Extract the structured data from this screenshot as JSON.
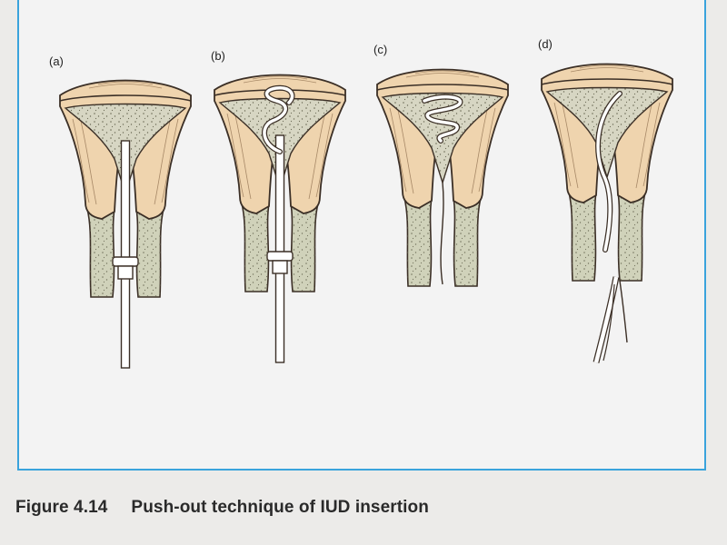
{
  "panels": [
    {
      "label": "(a)"
    },
    {
      "label": "(b)"
    },
    {
      "label": "(c)"
    },
    {
      "label": "(d)"
    }
  ],
  "caption": {
    "figure_number": "Figure 4.14",
    "title": "Push-out technique of IUD insertion"
  },
  "colors": {
    "frame_border": "#3aa3dc",
    "muscle": "#efd4ae",
    "endometrium": "#d7d6c3",
    "cervix": "#d0d2ba",
    "outline": "#3b2f26",
    "device": "#ffffff"
  }
}
